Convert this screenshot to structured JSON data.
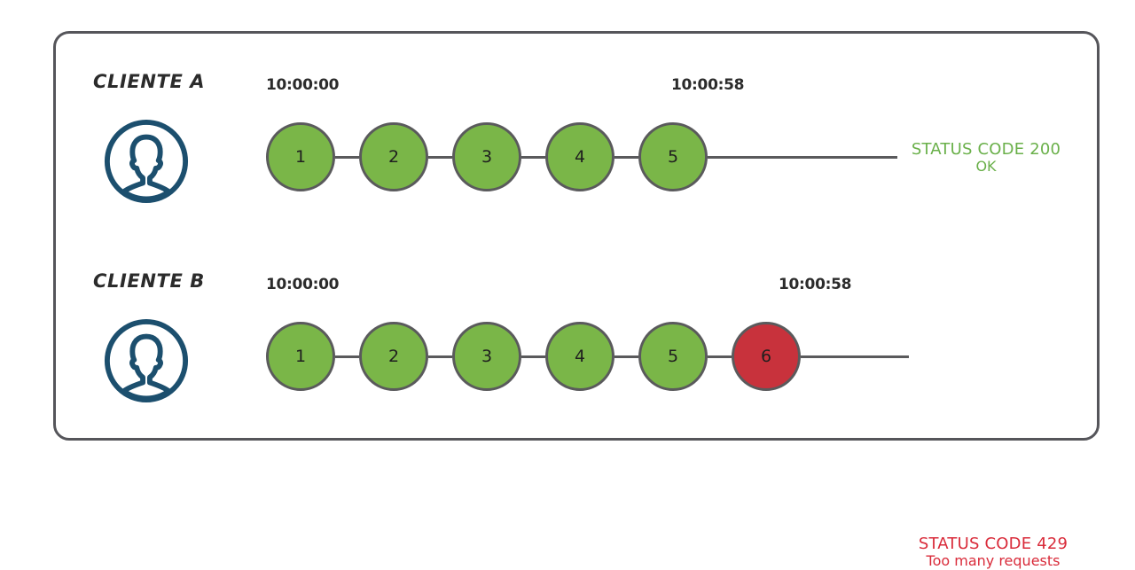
{
  "diagram": {
    "title_present": false,
    "colors": {
      "ok_fill": "#7ab648",
      "err_fill": "#c8323c",
      "node_stroke": "#5a5a5c",
      "frame_stroke": "#55555a",
      "avatar_stroke": "#1c4f6e",
      "ok_text": "#6ab04a",
      "err_text": "#d92b3a",
      "label_text": "#2b2b2b"
    }
  },
  "rows": [
    {
      "id": "client-a",
      "label": "CLIENTE A",
      "avatar_icon": "user-avatar-icon",
      "time_start": "10:00:00",
      "time_end": "10:00:58",
      "nodes": [
        {
          "n": "1",
          "state": "ok"
        },
        {
          "n": "2",
          "state": "ok"
        },
        {
          "n": "3",
          "state": "ok"
        },
        {
          "n": "4",
          "state": "ok"
        },
        {
          "n": "5",
          "state": "ok"
        }
      ],
      "status": {
        "line1": "STATUS CODE 200",
        "line2": "OK",
        "state": "ok"
      }
    },
    {
      "id": "client-b",
      "label": "CLIENTE B",
      "avatar_icon": "user-avatar-icon",
      "time_start": "10:00:00",
      "time_end": "10:00:58",
      "nodes": [
        {
          "n": "1",
          "state": "ok"
        },
        {
          "n": "2",
          "state": "ok"
        },
        {
          "n": "3",
          "state": "ok"
        },
        {
          "n": "4",
          "state": "ok"
        },
        {
          "n": "5",
          "state": "ok"
        },
        {
          "n": "6",
          "state": "err"
        }
      ],
      "status": {
        "line1": "STATUS CODE 429",
        "line2": "Too many requests",
        "state": "err"
      }
    }
  ]
}
